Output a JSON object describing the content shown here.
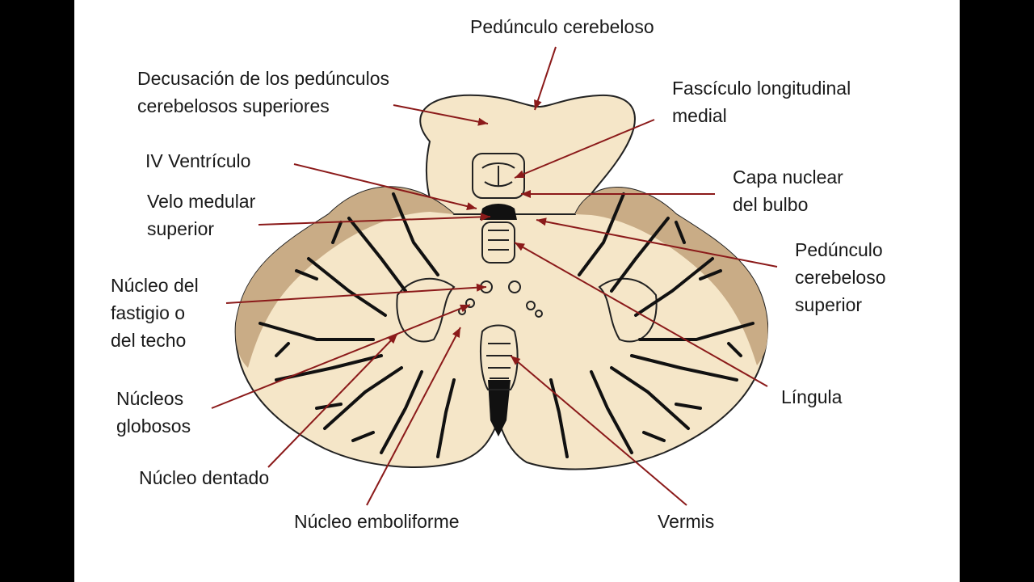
{
  "colors": {
    "tissue": "#f5e6c8",
    "cortex_band": "#c9ac86",
    "white_matter_line": "#111111",
    "outline": "#222222",
    "arrow": "#8b1a1a",
    "background": "#ffffff",
    "frame": "#000000"
  },
  "labels": {
    "pedunculo_cerebeloso": "Pedúnculo cerebeloso",
    "decusacion": "Decusación de los pedúnculos\ncerebelosos superiores",
    "fasciculo": "Fascículo longitudinal\nmedial",
    "iv_ventriculo": "IV Ventrículo",
    "capa_nuclear": "Capa nuclear\ndel bulbo",
    "velo_medular": "Velo medular\nsuperior",
    "pedunculo_superior": "Pedúnculo\ncerebeloso\nsuperior",
    "nucleo_fastigio": "Núcleo del\nfastigio o\ndel techo",
    "lingula": "Língula",
    "nucleos_globosos": "Núcleos\nglobosos",
    "nucleo_dentado": "Núcleo dentado",
    "nucleo_emboliforme": "Núcleo emboliforme",
    "vermis": "Vermis"
  }
}
